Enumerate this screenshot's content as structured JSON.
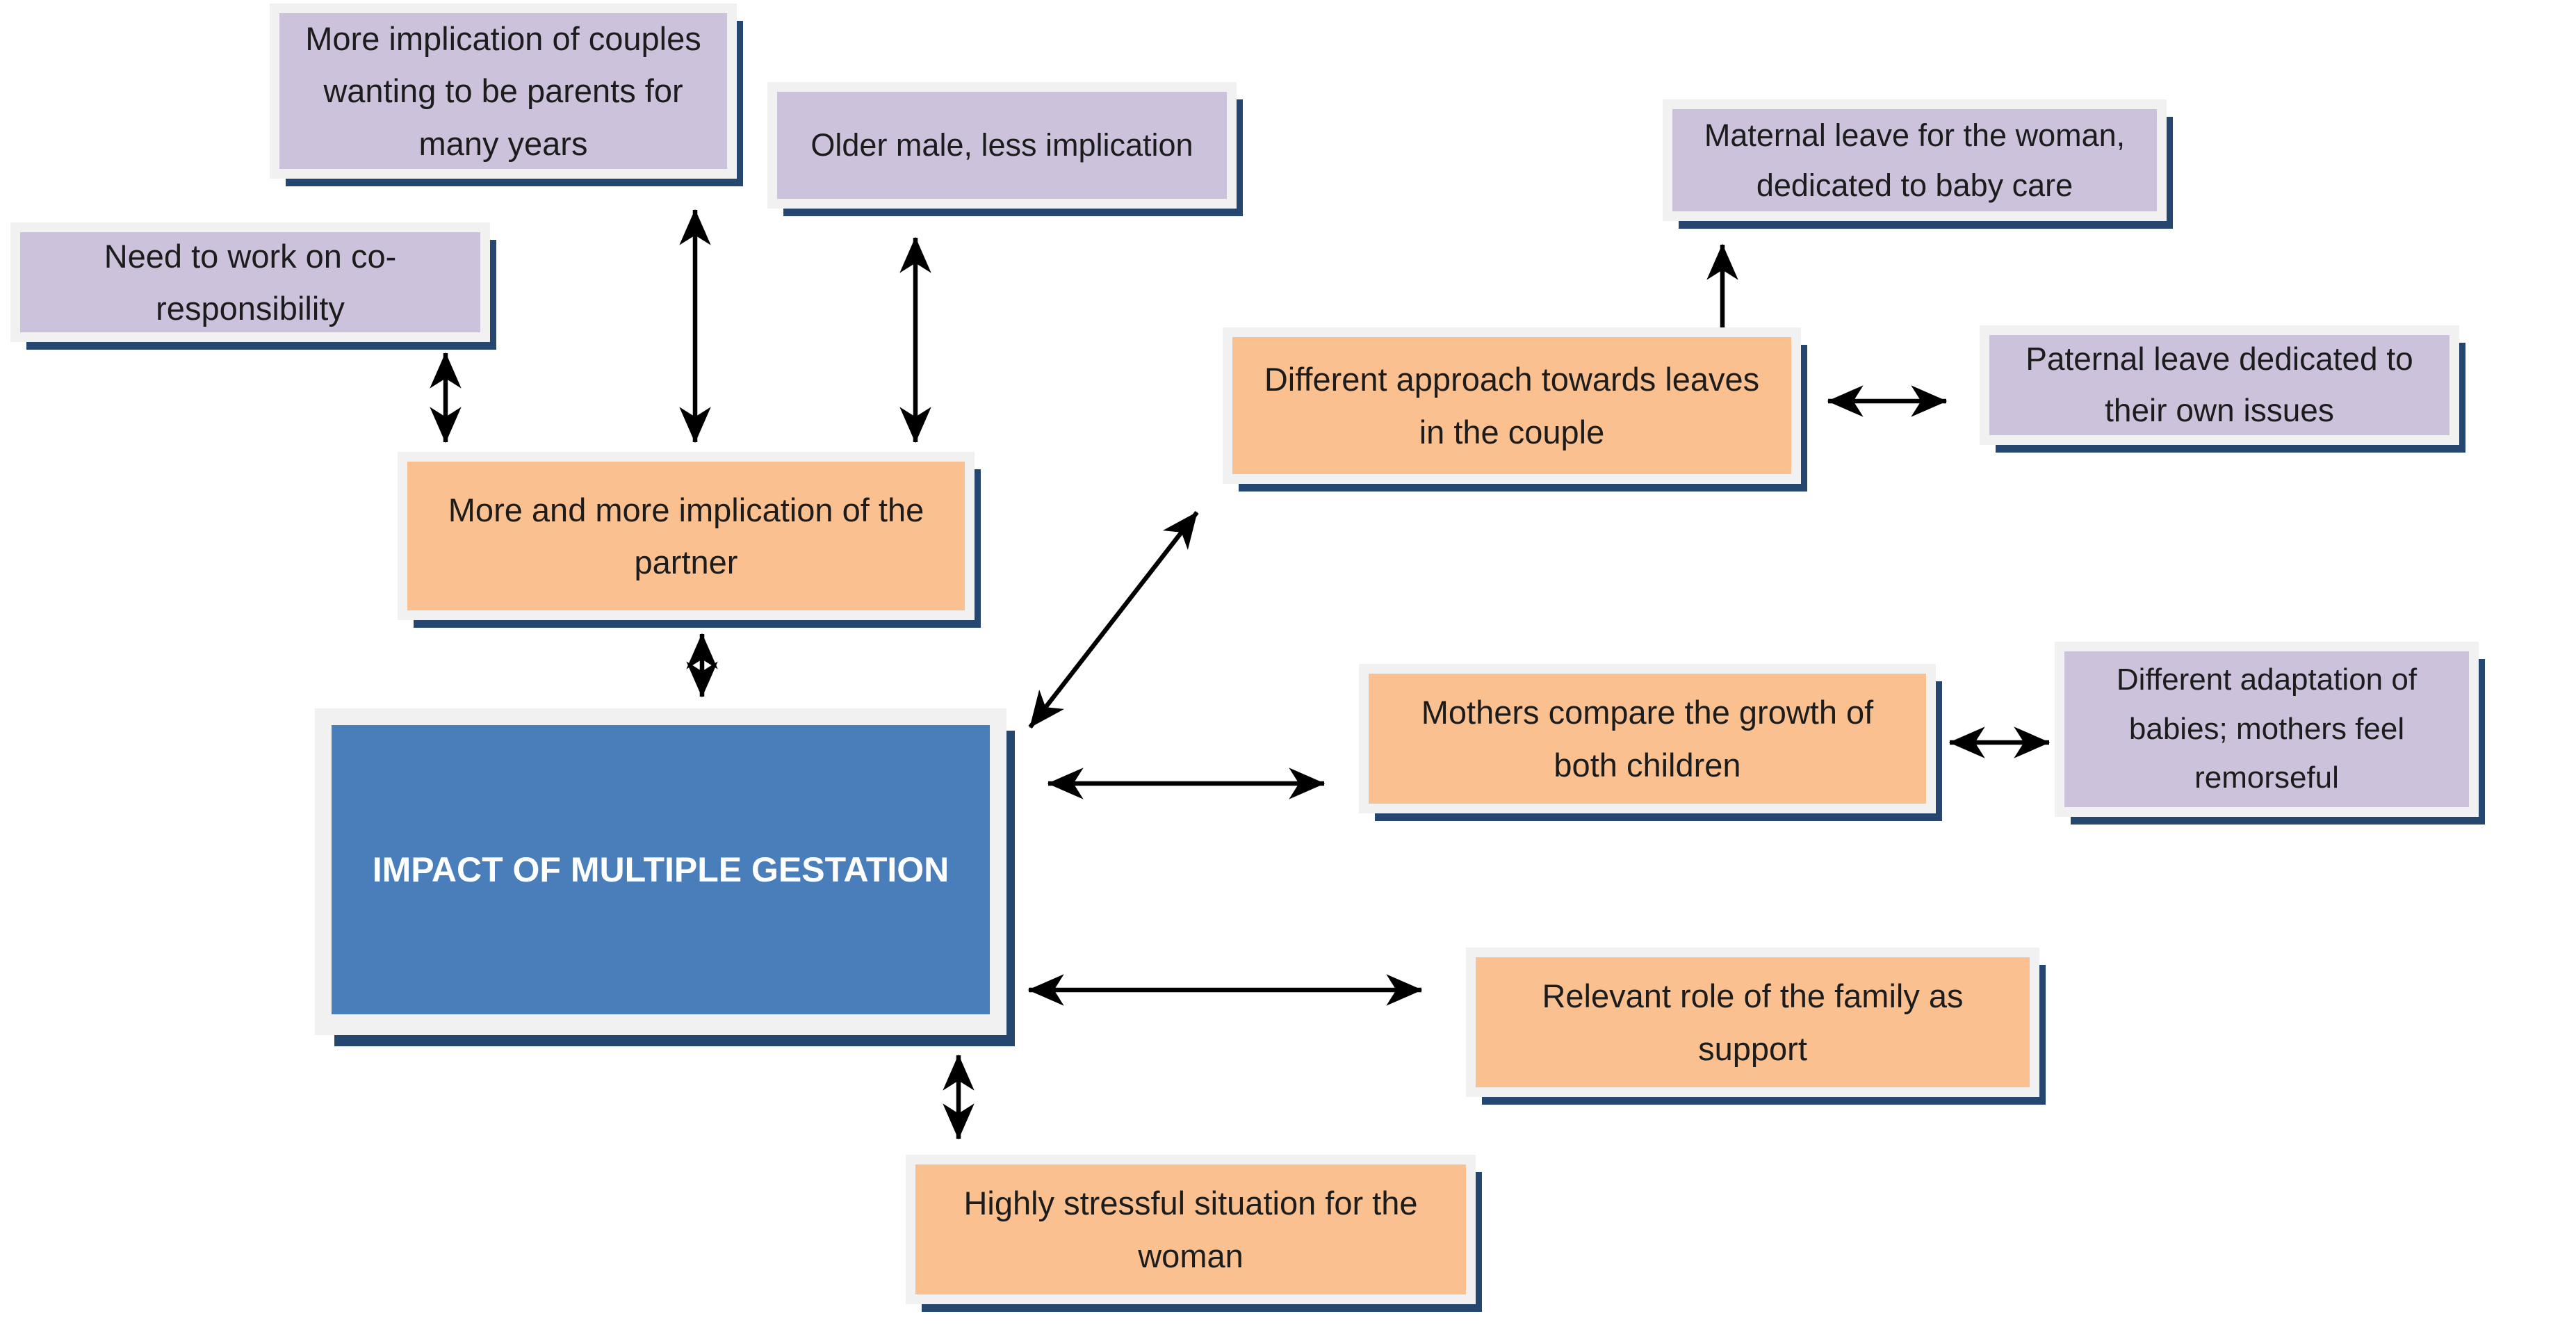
{
  "diagram": {
    "title": "IMPACT OF MULTIPLE GESTATION",
    "colors": {
      "center_blue": "#4a7ebb",
      "factor_orange": "#fac090",
      "detail_purple": "#ccc2db",
      "frame_white": "#f1f1f2",
      "shadow_navy": "#24466f",
      "arrow_black": "#000000",
      "text_dark": "#1c1c1c",
      "text_light": "#ffffff"
    },
    "nodes": [
      {
        "id": "more-implication-couples",
        "label": "More implication of couples wanting to be parents for many years",
        "type": "purple"
      },
      {
        "id": "older-male",
        "label": "Older male, less implication",
        "type": "purple"
      },
      {
        "id": "need-co-responsibility",
        "label": "Need to work on co-responsibility",
        "type": "purple"
      },
      {
        "id": "more-implication-partner",
        "label": "More and more implication of the partner",
        "type": "orange"
      },
      {
        "id": "impact-center",
        "label": "IMPACT OF MULTIPLE GESTATION",
        "type": "blue"
      },
      {
        "id": "different-approach-leaves",
        "label": "Different approach towards leaves in the couple",
        "type": "orange"
      },
      {
        "id": "maternal-leave",
        "label": "Maternal leave for the woman, dedicated to baby care",
        "type": "purple"
      },
      {
        "id": "paternal-leave",
        "label": "Paternal leave dedicated to their own issues",
        "type": "purple"
      },
      {
        "id": "mothers-compare",
        "label": "Mothers compare the growth of both children",
        "type": "orange"
      },
      {
        "id": "different-adaptation",
        "label": "Different adaptation of babies; mothers feel remorseful",
        "type": "purple"
      },
      {
        "id": "relevant-role-family",
        "label": "Relevant role of the family as support",
        "type": "orange"
      },
      {
        "id": "highly-stressful",
        "label": "Highly stressful situation for the woman",
        "type": "orange"
      }
    ],
    "edges": [
      {
        "from": "need-co-responsibility",
        "to": "more-implication-partner",
        "style": "double-arrow"
      },
      {
        "from": "more-implication-couples",
        "to": "more-implication-partner",
        "style": "double-arrow"
      },
      {
        "from": "older-male",
        "to": "more-implication-partner",
        "style": "double-arrow"
      },
      {
        "from": "more-implication-partner",
        "to": "impact-center",
        "style": "double-arrow"
      },
      {
        "from": "impact-center",
        "to": "different-approach-leaves",
        "style": "double-arrow"
      },
      {
        "from": "maternal-leave",
        "to": "different-approach-leaves",
        "style": "double-arrow"
      },
      {
        "from": "different-approach-leaves",
        "to": "paternal-leave",
        "style": "double-arrow"
      },
      {
        "from": "impact-center",
        "to": "mothers-compare",
        "style": "double-arrow"
      },
      {
        "from": "mothers-compare",
        "to": "different-adaptation",
        "style": "double-arrow"
      },
      {
        "from": "impact-center",
        "to": "relevant-role-family",
        "style": "double-arrow"
      },
      {
        "from": "impact-center",
        "to": "highly-stressful",
        "style": "double-arrow"
      }
    ]
  }
}
